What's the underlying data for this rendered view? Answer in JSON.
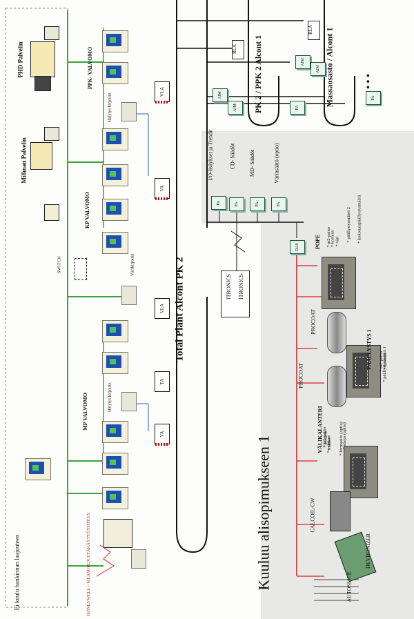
{
  "main_bus": "Total Plant Alcont PK 2",
  "subcontract": "Kuuluu alisopimukseen 1",
  "pk_loop": "PK 2 / PPK 2 Alcont 1",
  "mass_loop": "Massaosasto / Alcont 1",
  "ellipsis": "• • •",
  "rla": "RLA",
  "aim": "AIM",
  "pa": "PA",
  "vla": "VLA",
  "va": "VA",
  "ta": "TA",
  "das": "DAS",
  "itronics": "ITRONICS",
  "phd_server": "PHD Palvelin",
  "millman_server": "Millman Palvelin",
  "ppk_room": "PPK- VALVOMO",
  "kp_room": "KP VALVOMO",
  "mp_room": "MP VALVOMO",
  "alarm_printer": "Hälytys kirjoitin",
  "color_printer": "Värikirjoitin",
  "switch": "SWITCH",
  "not_in_scope": "Ei kuulu hankinnan laajuuteen",
  "honeywell": "HONEYWELL – MEASUREX ETÄKÄYTTÖYHTEYS",
  "pa_functions": [
    "I/O-lisäykset ja Trendit",
    "CD- Säädöt",
    "MD- Säädöt",
    "Värinsäätö (optio)"
  ],
  "pope_title": "POPE",
  "pope_items": [
    "* m2-paino",
    "* kosteus",
    "* väri",
    "* päällystysmäärä 2",
    "* kokonaispäällystysmäärä"
  ],
  "procoat": "PROCOAT",
  "coat1_title": "PÄÄLLYSTYS 1",
  "coat1_items": [
    "* m2-paino",
    "* kosteus",
    "* päällystysmäärä 1"
  ],
  "calender_title": "VÄLIKALANTERI",
  "calender_items": [
    "* m2-paino",
    "* kosteus",
    "* paksuus",
    "* tuhka",
    "* formaatio (optio)",
    "* sileys (optio)"
  ],
  "calcoil": "CALCOIL-CW",
  "devronizer": "DEVRONIZER",
  "autoslice": "AUTOSLICE",
  "colors": {
    "green": "#3aa43a",
    "red": "#d42020",
    "blue": "#2a5fd0",
    "bus": "#111111",
    "shade": "#e6e6e4"
  }
}
